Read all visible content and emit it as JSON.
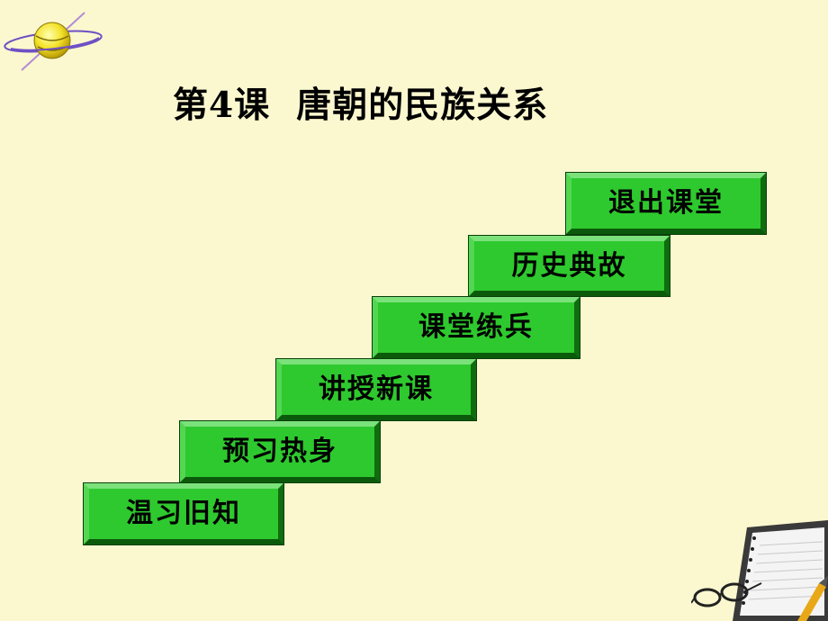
{
  "slide": {
    "title": "第4课  唐朝的民族关系",
    "background_color": "#fbf8cf",
    "button_color": "#2ec92e"
  },
  "menu": {
    "steps": [
      {
        "label": "温习旧知"
      },
      {
        "label": "预习热身"
      },
      {
        "label": "讲授新课"
      },
      {
        "label": "课堂练兵"
      },
      {
        "label": "历史典故"
      },
      {
        "label": "退出课堂"
      }
    ]
  },
  "decorations": {
    "top_left": "globe-icon",
    "bottom_right": "notebook-glasses-icon"
  }
}
